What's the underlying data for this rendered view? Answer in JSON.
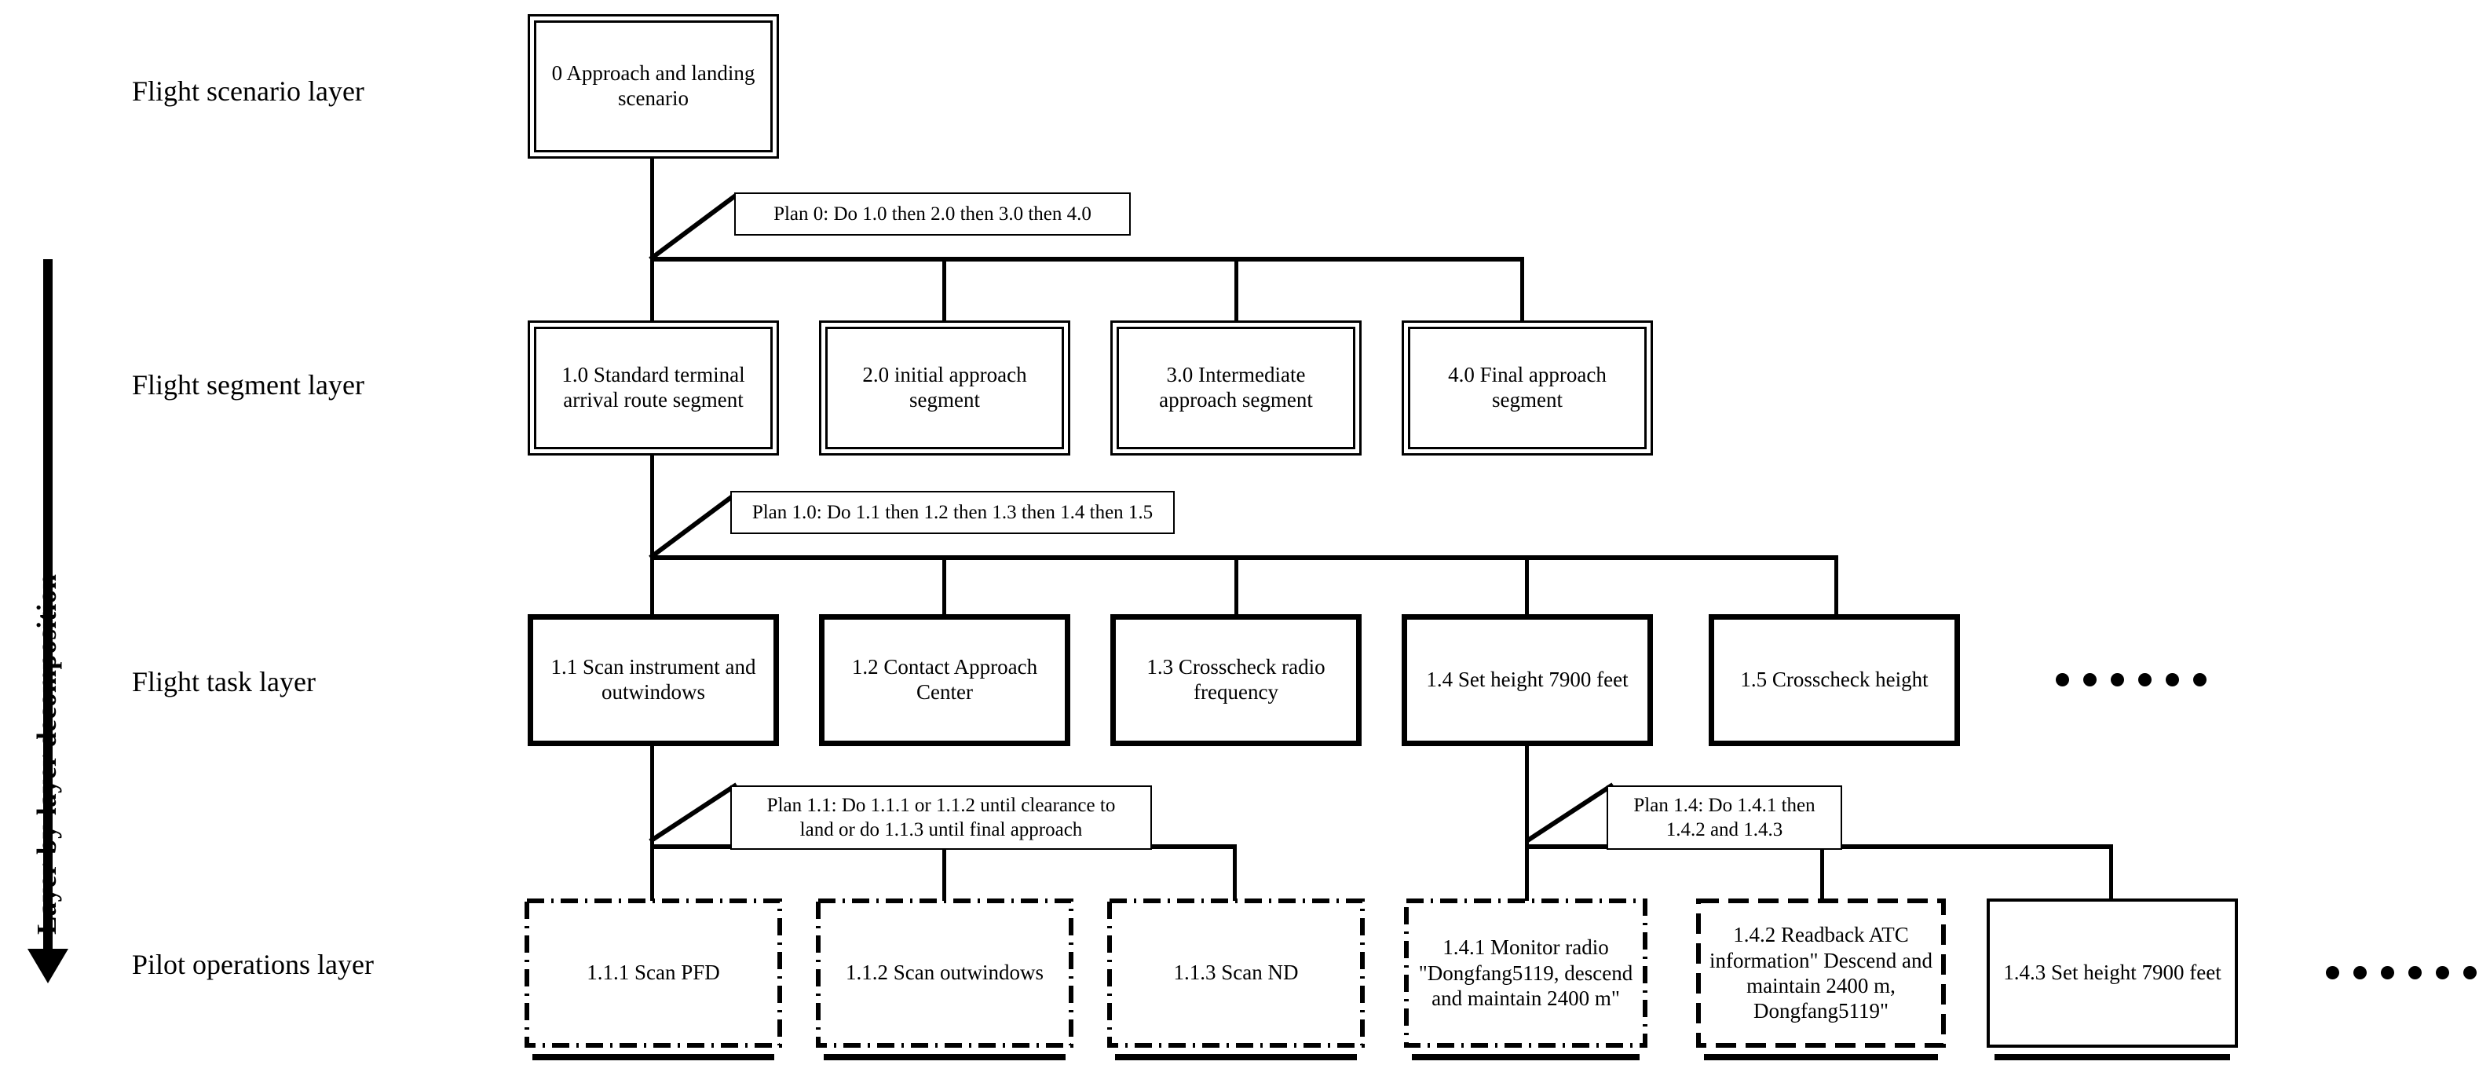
{
  "diagram": {
    "axis_label": "Layer-by-layer decomposition",
    "layers": [
      {
        "id": "flight-scenario-layer",
        "label": "Flight scenario layer"
      },
      {
        "id": "flight-segment-layer",
        "label": "Flight segment layer"
      },
      {
        "id": "flight-task-layer",
        "label": "Flight task layer"
      },
      {
        "id": "pilot-operations-layer",
        "label": "Pilot operations layer"
      }
    ],
    "scenario_nodes": [
      {
        "id": "0",
        "label": "0 Approach and landing scenario"
      }
    ],
    "segment_nodes": [
      {
        "id": "1.0",
        "label": "1.0 Standard terminal arrival route segment"
      },
      {
        "id": "2.0",
        "label": "2.0 initial approach segment"
      },
      {
        "id": "3.0",
        "label": "3.0 Intermediate approach segment"
      },
      {
        "id": "4.0",
        "label": "4.0 Final approach segment"
      }
    ],
    "task_nodes": [
      {
        "id": "1.1",
        "label": "1.1 Scan instrument and outwindows"
      },
      {
        "id": "1.2",
        "label": "1.2 Contact Approach Center"
      },
      {
        "id": "1.3",
        "label": "1.3 Crosscheck  radio frequency"
      },
      {
        "id": "1.4",
        "label": "1.4 Set height 7900 feet"
      },
      {
        "id": "1.5",
        "label": "1.5 Crosscheck  height"
      }
    ],
    "operation_nodes": [
      {
        "id": "1.1.1",
        "label": "1.1.1  Scan PFD"
      },
      {
        "id": "1.1.2",
        "label": "1.1.2  Scan outwindows"
      },
      {
        "id": "1.1.3",
        "label": "1.1.3  Scan ND"
      },
      {
        "id": "1.4.1",
        "label": "1.4.1 Monitor radio \"Dongfang5119, descend and maintain 2400 m\""
      },
      {
        "id": "1.4.2",
        "label": "1.4.2 Readback ATC information\" Descend and maintain 2400 m, Dongfang5119\""
      },
      {
        "id": "1.4.3",
        "label": "1.4.3 Set height 7900 feet"
      }
    ],
    "plans": [
      {
        "id": "plan-0",
        "label": "Plan 0: Do 1.0 then 2.0 then 3.0 then 4.0"
      },
      {
        "id": "plan-1.0",
        "label": "Plan 1.0: Do 1.1 then 1.2 then 1.3 then 1.4 then 1.5"
      },
      {
        "id": "plan-1.1",
        "label": "Plan 1.1: Do 1.1.1 or 1.1.2 until clearance to\nland or do 1.1.3 until final approach"
      },
      {
        "id": "plan-1.4",
        "label": "Plan 1.4: Do 1.4.1 then\n1.4.2 and 1.4.3"
      }
    ],
    "continuation_marks": [
      {
        "id": "task-layer-ellipsis",
        "dots": 6
      },
      {
        "id": "operations-layer-ellipsis",
        "dots": 6
      }
    ],
    "colors": {
      "ink": "#000000",
      "paper": "#ffffff"
    }
  }
}
